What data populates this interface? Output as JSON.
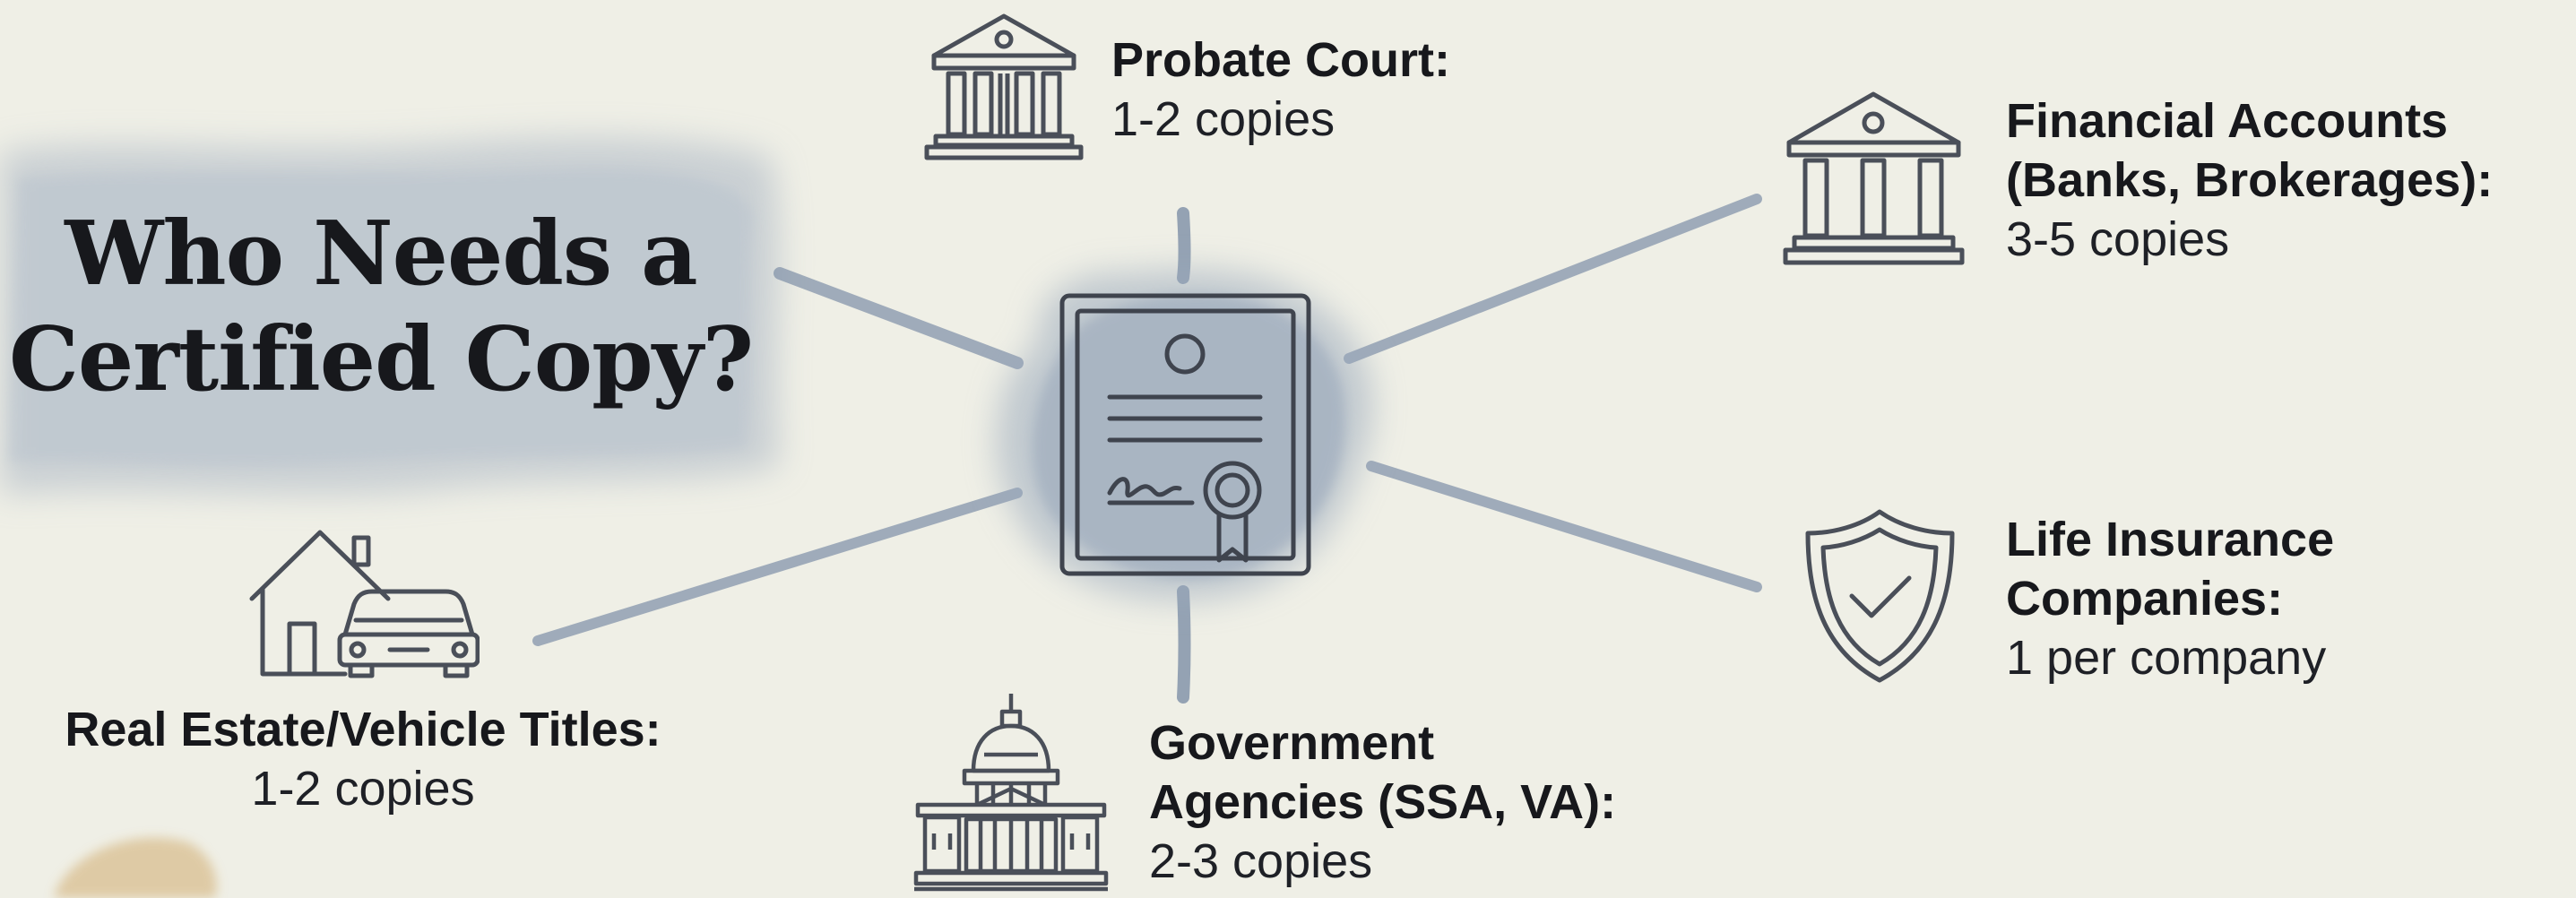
{
  "title": {
    "line1": "Who Needs a",
    "line2": "Certified Copy?"
  },
  "center": {
    "icon": "certificate-icon"
  },
  "nodes": {
    "probate": {
      "icon": "courthouse-icon",
      "heading": "Probate Court:",
      "detail": "1-2 copies"
    },
    "financial": {
      "icon": "bank-icon",
      "heading_line1": "Financial Accounts",
      "heading_line2": "(Banks, Brokerages):",
      "detail": "3-5 copies"
    },
    "life_insurance": {
      "icon": "shield-check-icon",
      "heading_line1": "Life Insurance",
      "heading_line2": "Companies:",
      "detail": "1 per company"
    },
    "government": {
      "icon": "capitol-building-icon",
      "heading_line1": "Government",
      "heading_line2": "Agencies (SSA, VA):",
      "detail": "2-3 copies"
    },
    "real_estate": {
      "icon": "house-car-icon",
      "heading": "Real Estate/Vehicle Titles:",
      "detail": "1-2 copies"
    }
  },
  "colors": {
    "background": "#efefe6",
    "watercolor_blue": "#9aa9bc",
    "watercolor_tan": "#dcc49a",
    "icon_stroke": "#4a4f59",
    "text": "#17181c"
  }
}
